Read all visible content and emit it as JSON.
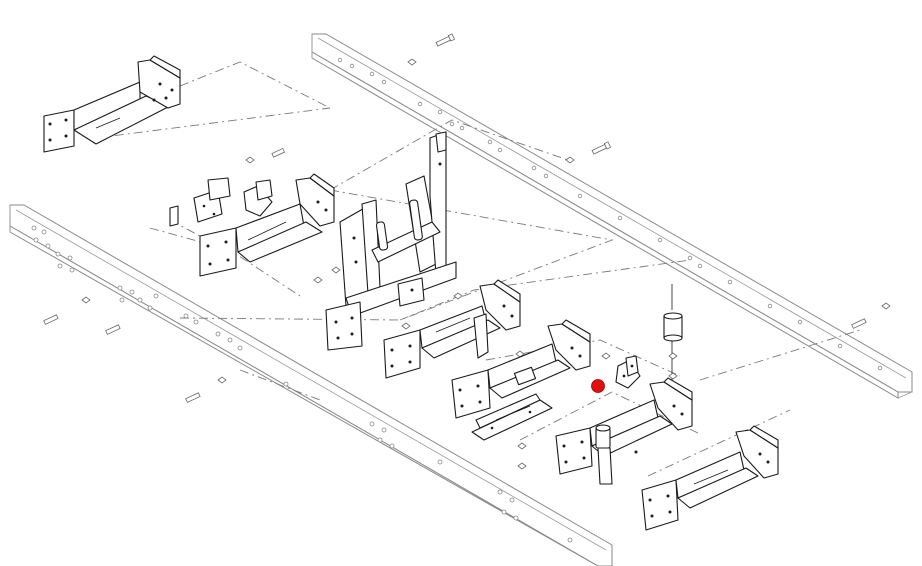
{
  "diagram": {
    "kind": "exploded-chassis-crossmember-assembly",
    "colors": {
      "line": "#1a1a1a",
      "rail": "#8a8a8a",
      "leader": "#7a7a7a",
      "marker": "#e01010",
      "background": "#ffffff"
    },
    "parts": [
      "frame-rail-rear",
      "frame-rail-front",
      "crossmember-a",
      "crossmember-b",
      "bracket-pair",
      "tower-crossmember",
      "crossmember-c",
      "crossmember-d",
      "skid-plate",
      "crossmember-e",
      "mount-bracket",
      "isolator-stack",
      "crossmember-f"
    ],
    "highlight": {
      "target": "mount-bracket",
      "state": "selected"
    }
  }
}
